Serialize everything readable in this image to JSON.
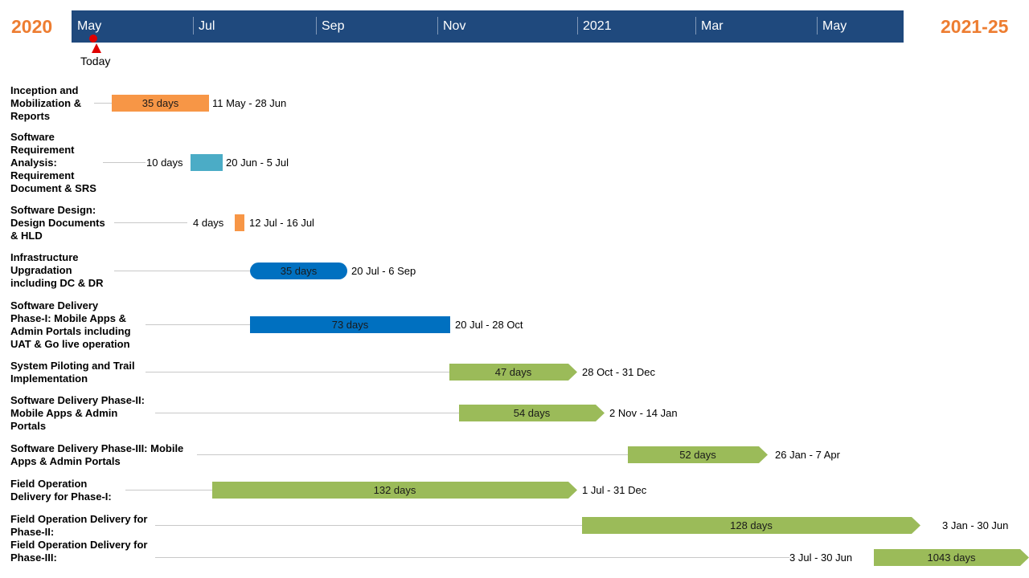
{
  "chart_data": {
    "type": "gantt",
    "year_start_label": "2020",
    "year_end_label": "2021-25",
    "months": [
      "May",
      "Jul",
      "Sep",
      "Nov",
      "2021",
      "Mar",
      "May"
    ],
    "today_label": "Today",
    "today_date": "2020-05-15",
    "colors": {
      "header": "#1f497d",
      "year_text": "#ed7d31",
      "today": "#e00000",
      "orange": "#f79646",
      "teal": "#4bacc6",
      "blue": "#0070c0",
      "green": "#9bbb59"
    },
    "tasks": [
      {
        "label": [
          "Inception and",
          "Mobilization &",
          "Reports"
        ],
        "duration": "35 days",
        "dates": "11 May - 28 Jun",
        "start": "2020-05-11",
        "end": "2020-06-28",
        "color": "#f79646",
        "shape": "rect"
      },
      {
        "label": [
          "Software",
          "Requirement",
          "Analysis:",
          "Requirement",
          "Document & SRS"
        ],
        "duration": "10 days",
        "dates": "20 Jun - 5 Jul",
        "start": "2020-06-20",
        "end": "2020-07-05",
        "color": "#4bacc6",
        "shape": "rect"
      },
      {
        "label": [
          "Software Design:",
          "Design Documents",
          "& HLD"
        ],
        "duration": "4 days",
        "dates": "12 Jul - 16 Jul",
        "start": "2020-07-12",
        "end": "2020-07-16",
        "color": "#f79646",
        "shape": "rect"
      },
      {
        "label": [
          "Infrastructure",
          "Upgradation",
          "including DC & DR"
        ],
        "duration": "35 days",
        "dates": "20 Jul - 6 Sep",
        "start": "2020-07-20",
        "end": "2020-09-06",
        "color": "#0070c0",
        "shape": "pill"
      },
      {
        "label": [
          "Software Delivery",
          "Phase-I: Mobile Apps &",
          "Admin Portals including",
          "UAT & Go live operation"
        ],
        "duration": "73 days",
        "dates": "20 Jul - 28 Oct",
        "start": "2020-07-20",
        "end": "2020-10-28",
        "color": "#0070c0",
        "shape": "rect"
      },
      {
        "label": [
          "System Piloting and Trail",
          "Implementation"
        ],
        "duration": "47 days",
        "dates": "28 Oct - 31 Dec",
        "start": "2020-10-28",
        "end": "2020-12-31",
        "color": "#9bbb59",
        "shape": "arrow"
      },
      {
        "label": [
          "Software Delivery Phase-II:",
          "Mobile Apps & Admin",
          "Portals"
        ],
        "duration": "54 days",
        "dates": "2 Nov - 14 Jan",
        "start": "2020-11-02",
        "end": "2021-01-14",
        "color": "#9bbb59",
        "shape": "arrow"
      },
      {
        "label": [
          "Software Delivery Phase-III: Mobile",
          "Apps & Admin Portals"
        ],
        "duration": "52 days",
        "dates": "26 Jan - 7 Apr",
        "start": "2021-01-26",
        "end": "2021-04-07",
        "color": "#9bbb59",
        "shape": "arrow"
      },
      {
        "label": [
          "Field Operation",
          "Delivery for Phase-I:"
        ],
        "duration": "132 days",
        "dates": "1 Jul - 31 Dec",
        "start": "2020-07-01",
        "end": "2020-12-31",
        "color": "#9bbb59",
        "shape": "arrow"
      },
      {
        "label": [
          "Field Operation Delivery for",
          "Phase-II:"
        ],
        "duration": "128 days",
        "dates": "3 Jan - 30 Jun",
        "start": "2021-01-03",
        "end": "2021-06-30",
        "color": "#9bbb59",
        "shape": "arrow"
      },
      {
        "label": [
          "Field Operation Delivery for",
          "Phase-III:"
        ],
        "duration": "1043 days",
        "dates": "3 Jul - 30 Jun",
        "start": "2021-07-03",
        "end": "2025-06-30",
        "color": "#9bbb59",
        "shape": "arrow"
      }
    ]
  }
}
